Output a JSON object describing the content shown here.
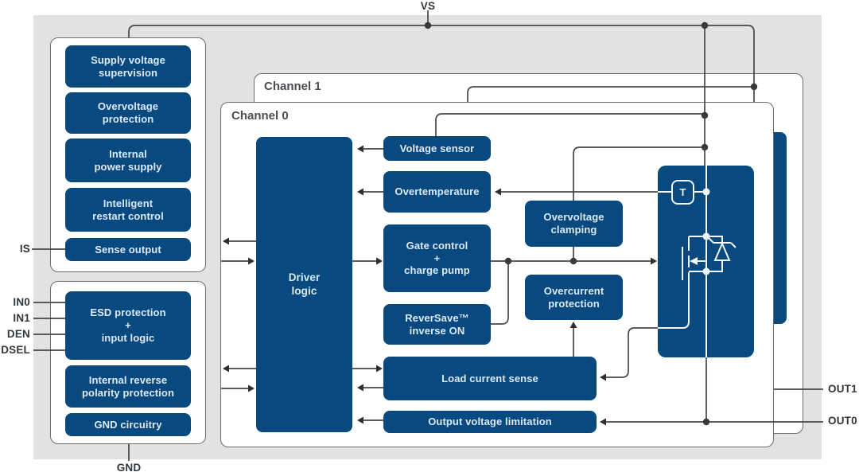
{
  "colors": {
    "block_blue": "#084a80",
    "background_gray": "#e4e2e1",
    "box_border_gray": "#6e6e6e",
    "connector_line": "#474747",
    "block_text": "#dce9f6",
    "pin_label_text": "#33383c"
  },
  "pins": {
    "vs": "VS",
    "is": "IS",
    "in0": "IN0",
    "in1": "IN1",
    "den": "DEN",
    "dsel": "DSEL",
    "gnd": "GND",
    "out1": "OUT1",
    "out0": "OUT0"
  },
  "channels": {
    "ch1": "Channel 1",
    "ch0": "Channel 0"
  },
  "supervision": {
    "supply": "Supply voltage\nsupervision",
    "overvoltage": "Overvoltage\nprotection",
    "power": "Internal\npower supply",
    "restart": "Intelligent\nrestart control",
    "sense": "Sense output"
  },
  "input_section": {
    "esd": "ESD protection\n+\ninput logic",
    "reverse": "Internal reverse\npolarity protection",
    "gnd": "GND circuitry"
  },
  "channel0_blocks": {
    "driver": "Driver\nlogic",
    "voltage_sensor": "Voltage sensor",
    "overtemperature": "Overtemperature",
    "gate_control": "Gate control\n+\ncharge pump",
    "reversave": "ReverSave™\ninverse ON",
    "load_current": "Load current sense",
    "output_limit": "Output voltage limitation",
    "ov_clamp": "Overvoltage\nclamping",
    "oc_protect": "Overcurrent\nprotection",
    "temp_sensor": "T"
  }
}
